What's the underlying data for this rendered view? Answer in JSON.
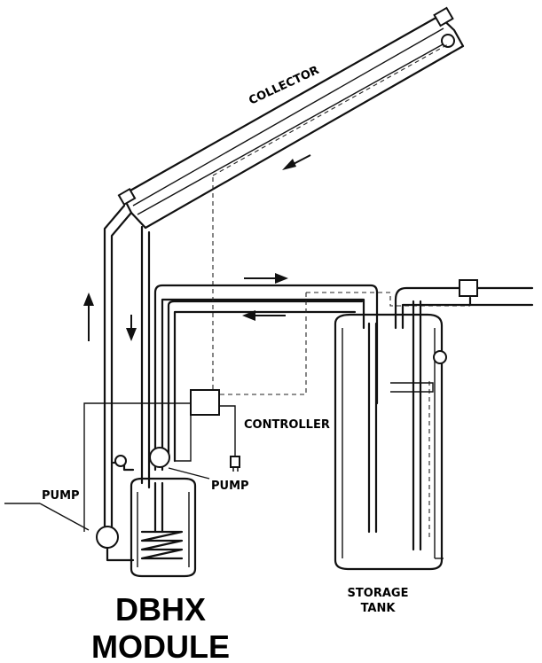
{
  "labels": {
    "collector": "COLLECTOR",
    "controller": "CONTROLLER",
    "pump_left": "PUMP",
    "pump_right": "PUMP",
    "storage_tank_line1": "STORAGE",
    "storage_tank_line2": "TANK",
    "module_line1": "DBHX",
    "module_line2": "MODULE"
  },
  "colors": {
    "line": "#111111",
    "background": "#ffffff"
  }
}
